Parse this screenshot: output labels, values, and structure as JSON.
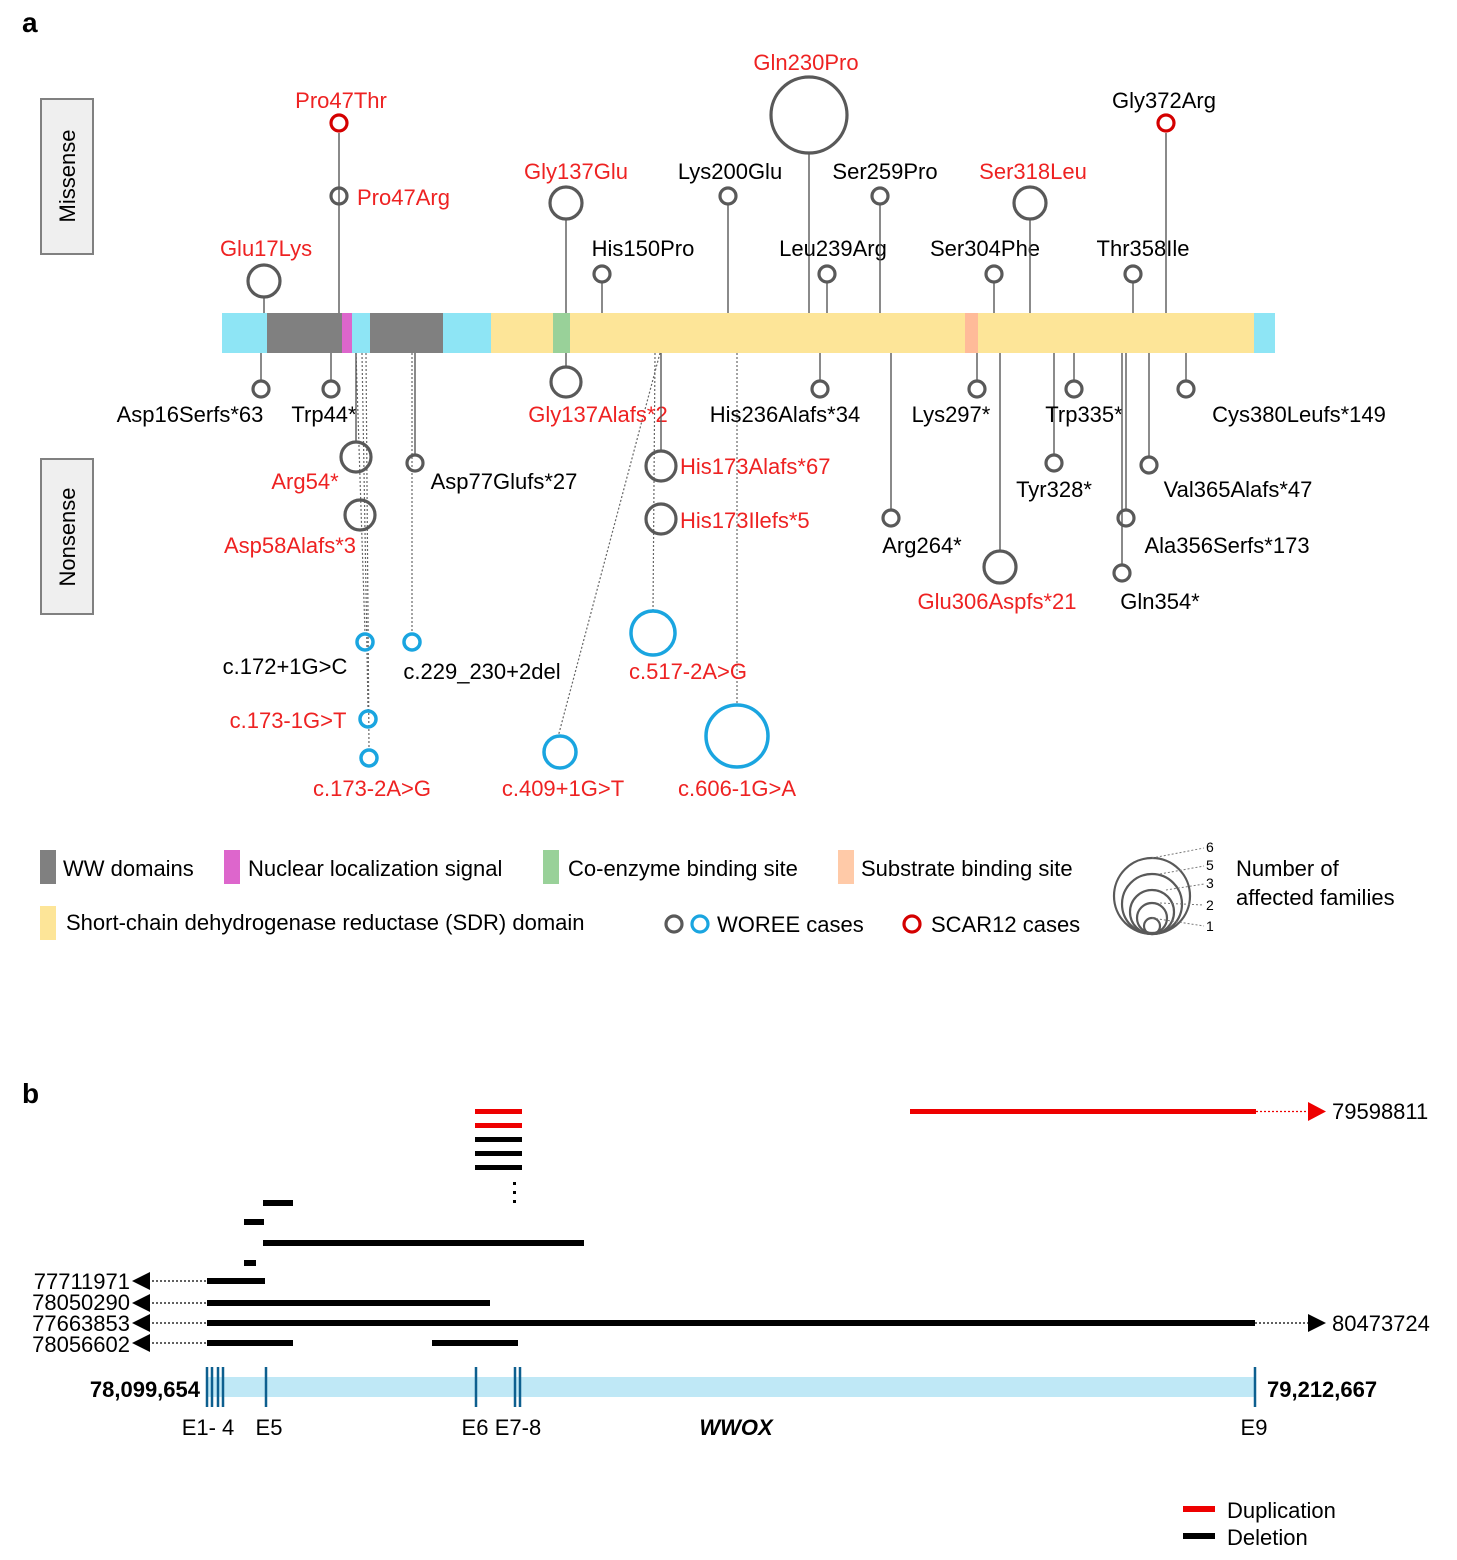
{
  "panel_a": {
    "label": "a",
    "missense_label": "Missense",
    "nonsense_label": "Nonsense",
    "colors": {
      "woree": "#595959",
      "scar12": "#d40000",
      "splice": "#1aa5e0",
      "red_text": "#ee2222",
      "ww": "#808080",
      "nls": "#dd66cc",
      "coenzyme": "#99d199",
      "substrate": "#ffbb99",
      "sdr": "#fde598",
      "other": "#8ee5f5"
    },
    "missense": [
      {
        "label": "Pro47Thr",
        "red": true,
        "type": "scar12",
        "families": 1
      },
      {
        "label": "Pro47Arg",
        "red": true,
        "type": "woree",
        "families": 1
      },
      {
        "label": "Glu17Lys",
        "red": true,
        "type": "woree",
        "families": 3
      },
      {
        "label": "Gly137Glu",
        "red": true,
        "type": "woree",
        "families": 3
      },
      {
        "label": "His150Pro",
        "red": false,
        "type": "woree",
        "families": 1
      },
      {
        "label": "Lys200Glu",
        "red": false,
        "type": "woree",
        "families": 1
      },
      {
        "label": "Gln230Pro",
        "red": true,
        "type": "woree",
        "families": 6
      },
      {
        "label": "Leu239Arg",
        "red": false,
        "type": "woree",
        "families": 1
      },
      {
        "label": "Ser259Pro",
        "red": false,
        "type": "woree",
        "families": 1
      },
      {
        "label": "Ser304Phe",
        "red": false,
        "type": "woree",
        "families": 1
      },
      {
        "label": "Ser318Leu",
        "red": true,
        "type": "woree",
        "families": 3
      },
      {
        "label": "Thr358Ile",
        "red": false,
        "type": "woree",
        "families": 1
      },
      {
        "label": "Gly372Arg",
        "red": false,
        "type": "scar12",
        "families": 1
      }
    ],
    "nonsense": [
      {
        "label": "Asp16Serfs*63",
        "red": false,
        "families": 1
      },
      {
        "label": "Trp44*",
        "red": false,
        "families": 1
      },
      {
        "label": "Arg54*",
        "red": true,
        "families": 3
      },
      {
        "label": "Asp58Alafs*3",
        "red": true,
        "families": 3
      },
      {
        "label": "Asp77Glufs*27",
        "red": false,
        "families": 1
      },
      {
        "label": "Gly137Alafs*2",
        "red": true,
        "families": 3
      },
      {
        "label": "His173Alafs*67",
        "red": true,
        "families": 2
      },
      {
        "label": "His173Ilefs*5",
        "red": true,
        "families": 2
      },
      {
        "label": "His236Alafs*34",
        "red": false,
        "families": 1
      },
      {
        "label": "Arg264*",
        "red": false,
        "families": 1
      },
      {
        "label": "Lys297*",
        "red": false,
        "families": 1
      },
      {
        "label": "Glu306Aspfs*21",
        "red": true,
        "families": 3
      },
      {
        "label": "Tyr328*",
        "red": false,
        "families": 1
      },
      {
        "label": "Trp335*",
        "red": false,
        "families": 1
      },
      {
        "label": "Gln354*",
        "red": false,
        "families": 1
      },
      {
        "label": "Ala356Serfs*173",
        "red": false,
        "families": 1
      },
      {
        "label": "Val365Alafs*47",
        "red": false,
        "families": 1
      },
      {
        "label": "Cys380Leufs*149",
        "red": false,
        "families": 1
      }
    ],
    "splice": [
      {
        "label": "c.172+1G>C",
        "red": false,
        "families": 1
      },
      {
        "label": "c.229_230+2del",
        "red": false,
        "families": 1
      },
      {
        "label": "c.173-1G>T",
        "red": true,
        "families": 1
      },
      {
        "label": "c.173-2A>G",
        "red": true,
        "families": 1
      },
      {
        "label": "c.409+1G>T",
        "red": true,
        "families": 3
      },
      {
        "label": "c.517-2A>G",
        "red": true,
        "families": 4
      },
      {
        "label": "c.606-1G>A",
        "red": true,
        "families": 5
      }
    ],
    "legend": {
      "ww": "WW domains",
      "nls": "Nuclear localization signal",
      "coenzyme": "Co-enzyme binding site",
      "substrate": "Substrate binding site",
      "sdr": "Short-chain dehydrogenase reductase (SDR) domain",
      "woree": "WOREE cases",
      "scar12": "SCAR12 cases",
      "size_title_1": "Number of",
      "size_title_2": "affected families",
      "size_values": [
        "6",
        "5",
        "3",
        "2",
        "1"
      ]
    }
  },
  "panel_b": {
    "label": "b",
    "gene": "WWOX",
    "start_coord": "78,099,654",
    "end_coord": "79,212,667",
    "exons": [
      "E1- 4",
      "E5",
      "E6",
      "E7-8",
      "E9"
    ],
    "left_breakpoints": [
      "77711971",
      "78050290",
      "77663853",
      "78056602"
    ],
    "right_breakpoints": [
      "79598811",
      "80473724"
    ],
    "legend": {
      "duplication": "Duplication",
      "deletion": "Deletion"
    },
    "colors": {
      "duplication": "#ee0000",
      "deletion": "#000000",
      "gene": "#bfe8f6",
      "exon": "#0d5f8f"
    }
  }
}
